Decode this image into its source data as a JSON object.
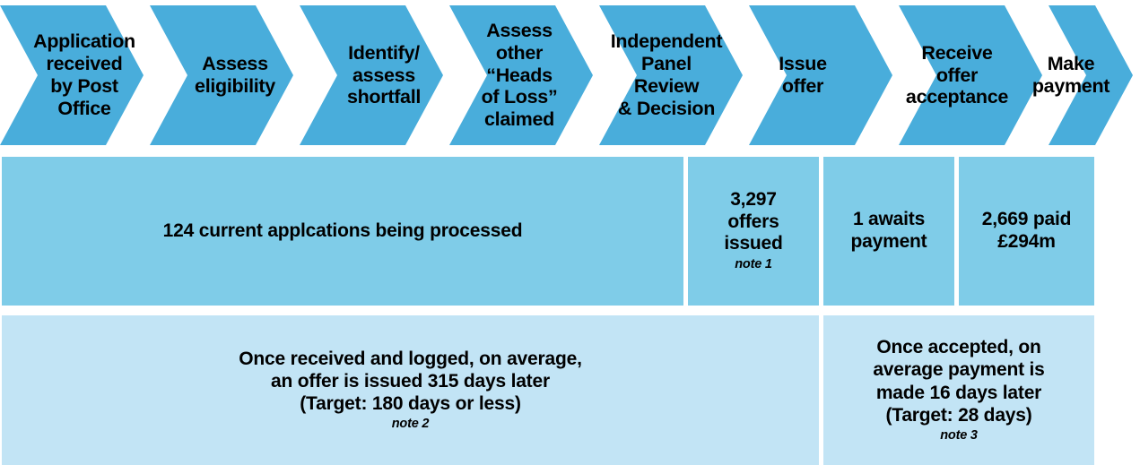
{
  "colors": {
    "chevron_fill": "#49addb",
    "stat_row_fill": "#7fcce8",
    "time_row_fill": "#c2e4f5",
    "separator": "#ffffff",
    "text": "#000000"
  },
  "process": {
    "steps": [
      {
        "label": "Application\nreceived\nby Post\nOffice"
      },
      {
        "label": "Assess\neligibility"
      },
      {
        "label": "Identify/\nassess\nshortfall"
      },
      {
        "label": "Assess\nother\n“Heads\nof Loss”\nclaimed"
      },
      {
        "label": "Independent\nPanel\nReview\n& Decision"
      },
      {
        "label": "Issue\noffer"
      },
      {
        "label": "Receive\noffer\nacceptance"
      },
      {
        "label": "Make\npayment"
      }
    ]
  },
  "stats": {
    "cells": [
      {
        "text": "124 current applcations being processed",
        "note": ""
      },
      {
        "text": "3,297\noffers\nissued",
        "note": "note 1"
      },
      {
        "text": "1 awaits\npayment",
        "note": ""
      },
      {
        "text": "2,669 paid\n£294m",
        "note": ""
      }
    ]
  },
  "timings": {
    "cells": [
      {
        "text": "Once received and logged, on average,\nan offer is issued 315 days later\n(Target: 180 days or less)",
        "note": "note 2"
      },
      {
        "text": "Once accepted, on\naverage payment is\nmade 16 days later\n(Target: 28 days)",
        "note": "note 3"
      }
    ]
  }
}
